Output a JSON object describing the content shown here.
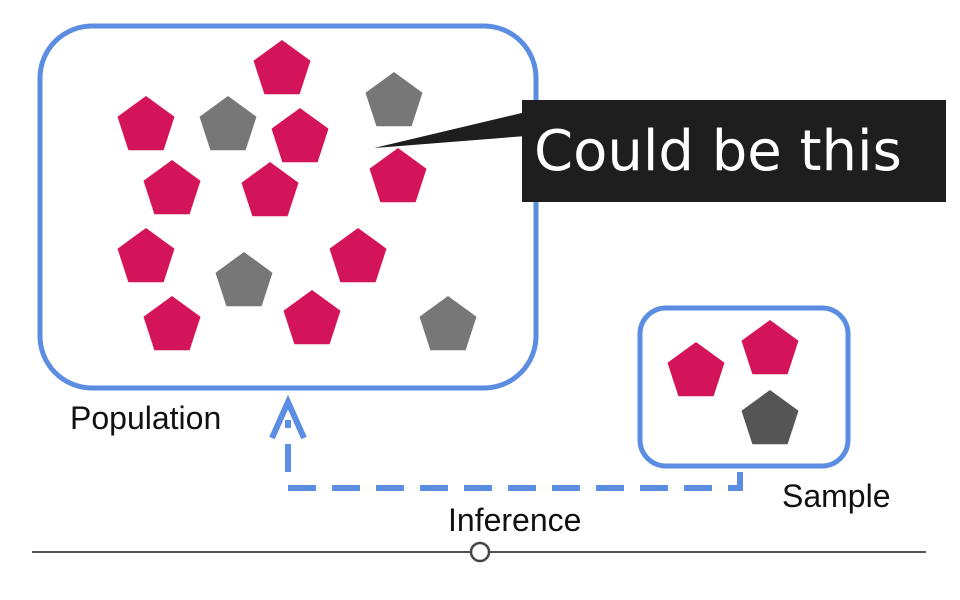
{
  "callout": {
    "text": "Could be this"
  },
  "labels": {
    "population": "Population",
    "sample": "Sample",
    "inference": "Inference"
  },
  "colors": {
    "accent": "#5b8de3",
    "crimson": "#d4145a",
    "gray": "#777777",
    "dark_gray": "#555555",
    "callout_bg": "#1e1e1e",
    "line": "#555555"
  },
  "icons": {
    "item": "pentagon-icon",
    "handle": "circle-handle-icon"
  },
  "population": {
    "crimson_count": 10,
    "gray_count": 4
  },
  "sample": {
    "crimson_count": 2,
    "gray_count": 1
  }
}
